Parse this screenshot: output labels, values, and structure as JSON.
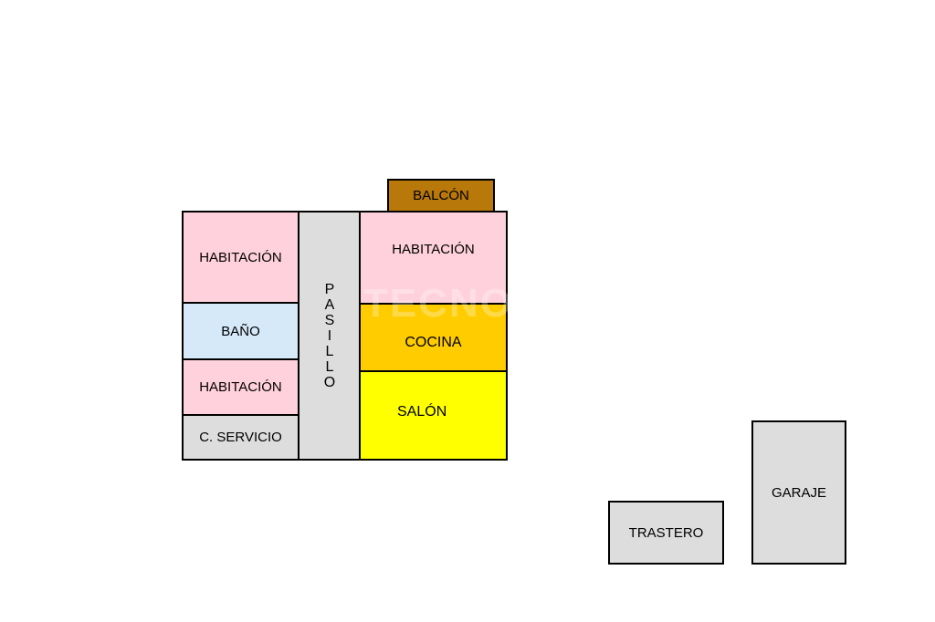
{
  "rooms": {
    "habitacion_1": "HABITACIÓN",
    "bano": "BAÑO",
    "habitacion_2": "HABITACIÓN",
    "c_servicio": "C. SERVICIO",
    "pasillo": "PASILLO",
    "balcon": "BALCÓN",
    "habitacion_3": "HABITACIÓN",
    "cocina": "COCINA",
    "salon": "SALÓN",
    "trastero": "TRASTERO",
    "garaje": "GARAJE"
  },
  "watermark": "TECNO",
  "colors": {
    "bedroom": "#FFD1DC",
    "bathroom": "#D6E9F8",
    "service": "#DDDDDD",
    "kitchen": "#FFCC00",
    "living": "#FFFF00",
    "balcony": "#B8780A"
  }
}
